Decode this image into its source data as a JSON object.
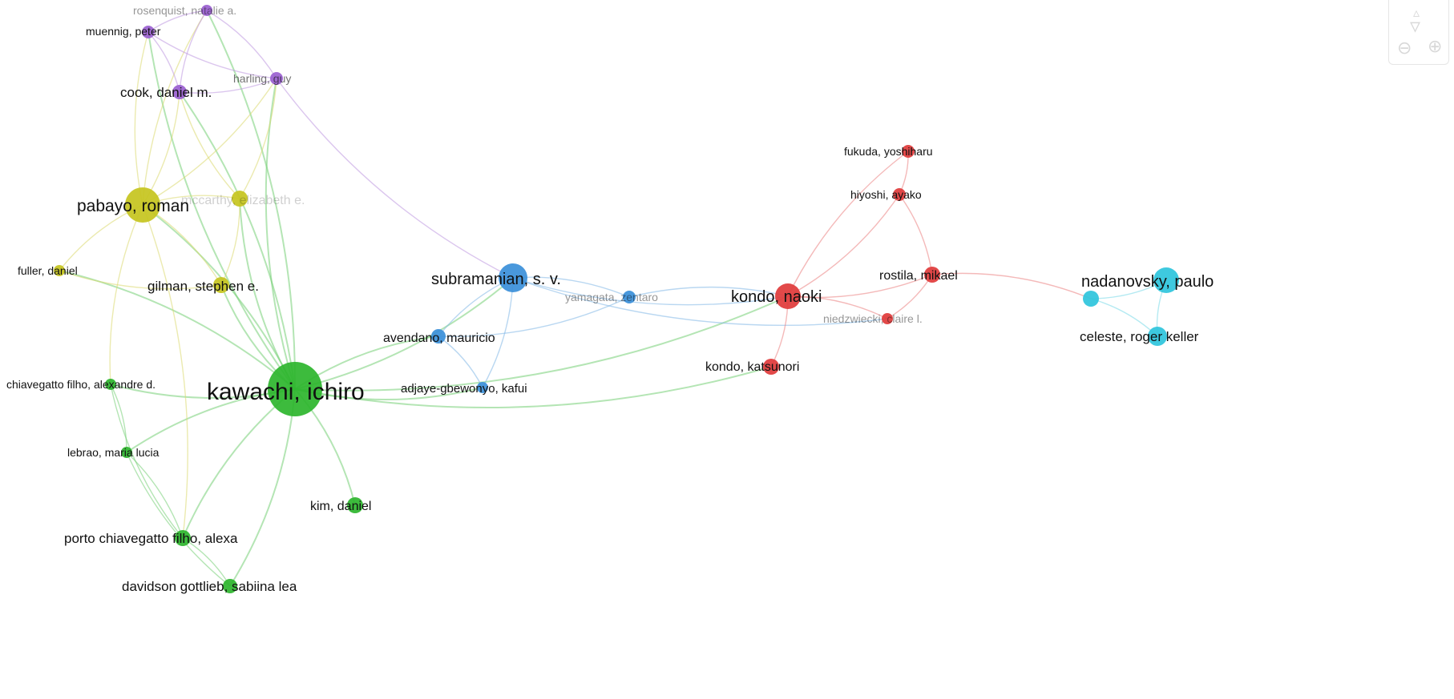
{
  "network": {
    "colors": {
      "green": "#2db52d",
      "blue": "#3a8fd9",
      "red": "#e03a3a",
      "yellow": "#c6c41e",
      "purple": "#9a5fd0",
      "cyan": "#2ec4dc"
    },
    "nodes": [
      {
        "id": "kawachi",
        "label": "kawachi, ichiro",
        "cluster": "green"
      },
      {
        "id": "pabayo",
        "label": "pabayo, roman",
        "cluster": "yellow"
      },
      {
        "id": "subramanian",
        "label": "subramanian, s. v.",
        "cluster": "blue"
      },
      {
        "id": "kondo_n",
        "label": "kondo, naoki",
        "cluster": "red"
      },
      {
        "id": "nadanovsky",
        "label": "nadanovsky, paulo",
        "cluster": "cyan"
      },
      {
        "id": "celeste",
        "label": "celeste, roger keller",
        "cluster": "cyan"
      },
      {
        "id": "cyan2",
        "label": "",
        "cluster": "cyan"
      },
      {
        "id": "rostila",
        "label": "rostila, mikael",
        "cluster": "red"
      },
      {
        "id": "fukuda",
        "label": "fukuda, yoshiharu",
        "cluster": "red"
      },
      {
        "id": "hiyoshi",
        "label": "hiyoshi, ayako",
        "cluster": "red"
      },
      {
        "id": "niedzwiecki",
        "label": "niedzwiecki, claire l.",
        "cluster": "red"
      },
      {
        "id": "kondo_k",
        "label": "kondo, katsunori",
        "cluster": "red"
      },
      {
        "id": "yamagata",
        "label": "yamagata, zentaro",
        "cluster": "blue"
      },
      {
        "id": "avendano",
        "label": "avendano, mauricio",
        "cluster": "blue"
      },
      {
        "id": "adjaye",
        "label": "adjaye-gbewonyo, kafui",
        "cluster": "blue"
      },
      {
        "id": "gilman",
        "label": "gilman, stephen e.",
        "cluster": "yellow"
      },
      {
        "id": "fuller",
        "label": "fuller, daniel",
        "cluster": "yellow"
      },
      {
        "id": "mccarthy",
        "label": "mccarthy, elizabeth e.",
        "cluster": "yellow"
      },
      {
        "id": "cook",
        "label": "cook, daniel m.",
        "cluster": "purple"
      },
      {
        "id": "muennig",
        "label": "muennig, peter",
        "cluster": "purple"
      },
      {
        "id": "rosenquist",
        "label": "rosenquist, natalie a.",
        "cluster": "purple"
      },
      {
        "id": "harling",
        "label": "harling, guy",
        "cluster": "purple"
      },
      {
        "id": "chiavegatto_a",
        "label": "chiavegatto filho, alexandre d.",
        "cluster": "green"
      },
      {
        "id": "lebrao",
        "label": "lebrao, maria lucia",
        "cluster": "green"
      },
      {
        "id": "kim",
        "label": "kim, daniel",
        "cluster": "green"
      },
      {
        "id": "porto",
        "label": "porto chiavegatto filho, alexa",
        "cluster": "green"
      },
      {
        "id": "davidson",
        "label": "davidson gottlieb, sabiina lea",
        "cluster": "green"
      }
    ],
    "links": [
      [
        "kawachi",
        "pabayo"
      ],
      [
        "kawachi",
        "gilman"
      ],
      [
        "kawachi",
        "fuller"
      ],
      [
        "kawachi",
        "mccarthy"
      ],
      [
        "kawachi",
        "cook"
      ],
      [
        "kawachi",
        "muennig"
      ],
      [
        "kawachi",
        "rosenquist"
      ],
      [
        "kawachi",
        "harling"
      ],
      [
        "kawachi",
        "subramanian"
      ],
      [
        "kawachi",
        "avendano"
      ],
      [
        "kawachi",
        "adjaye"
      ],
      [
        "kawachi",
        "chiavegatto_a"
      ],
      [
        "kawachi",
        "lebrao"
      ],
      [
        "kawachi",
        "kim"
      ],
      [
        "kawachi",
        "porto"
      ],
      [
        "kawachi",
        "davidson"
      ],
      [
        "kawachi",
        "kondo_n"
      ],
      [
        "pabayo",
        "gilman"
      ],
      [
        "pabayo",
        "fuller"
      ],
      [
        "pabayo",
        "mccarthy"
      ],
      [
        "pabayo",
        "cook"
      ],
      [
        "pabayo",
        "muennig"
      ],
      [
        "pabayo",
        "harling"
      ],
      [
        "pabayo",
        "rosenquist"
      ],
      [
        "pabayo",
        "chiavegatto_a"
      ],
      [
        "pabayo",
        "porto"
      ],
      [
        "gilman",
        "mccarthy"
      ],
      [
        "gilman",
        "fuller"
      ],
      [
        "mccarthy",
        "harling"
      ],
      [
        "mccarthy",
        "cook"
      ],
      [
        "cook",
        "muennig"
      ],
      [
        "cook",
        "rosenquist"
      ],
      [
        "cook",
        "harling"
      ],
      [
        "muennig",
        "rosenquist"
      ],
      [
        "muennig",
        "harling"
      ],
      [
        "rosenquist",
        "harling"
      ],
      [
        "harling",
        "subramanian"
      ],
      [
        "subramanian",
        "yamagata"
      ],
      [
        "subramanian",
        "avendano"
      ],
      [
        "subramanian",
        "adjaye"
      ],
      [
        "subramanian",
        "kondo_n"
      ],
      [
        "avendano",
        "adjaye"
      ],
      [
        "avendano",
        "yamagata"
      ],
      [
        "yamagata",
        "kondo_n"
      ],
      [
        "subramanian",
        "niedzwiecki"
      ],
      [
        "kondo_n",
        "kondo_k"
      ],
      [
        "kondo_n",
        "rostila"
      ],
      [
        "kondo_n",
        "niedzwiecki"
      ],
      [
        "kondo_n",
        "hiyoshi"
      ],
      [
        "rostila",
        "niedzwiecki"
      ],
      [
        "rostila",
        "hiyoshi"
      ],
      [
        "fukuda",
        "hiyoshi"
      ],
      [
        "fukuda",
        "kondo_n"
      ],
      [
        "rostila",
        "cyan2"
      ],
      [
        "cyan2",
        "nadanovsky"
      ],
      [
        "cyan2",
        "celeste"
      ],
      [
        "nadanovsky",
        "celeste"
      ],
      [
        "chiavegatto_a",
        "lebrao"
      ],
      [
        "chiavegatto_a",
        "porto"
      ],
      [
        "lebrao",
        "porto"
      ],
      [
        "lebrao",
        "davidson"
      ],
      [
        "porto",
        "davidson"
      ],
      [
        "kawachi",
        "kondo_k"
      ]
    ]
  },
  "zoom_control": {
    "up_icon": "triangle-up-icon",
    "down_icon": "triangle-down-icon",
    "zoom_out_icon": "minus-icon",
    "zoom_in_icon": "plus-icon"
  }
}
